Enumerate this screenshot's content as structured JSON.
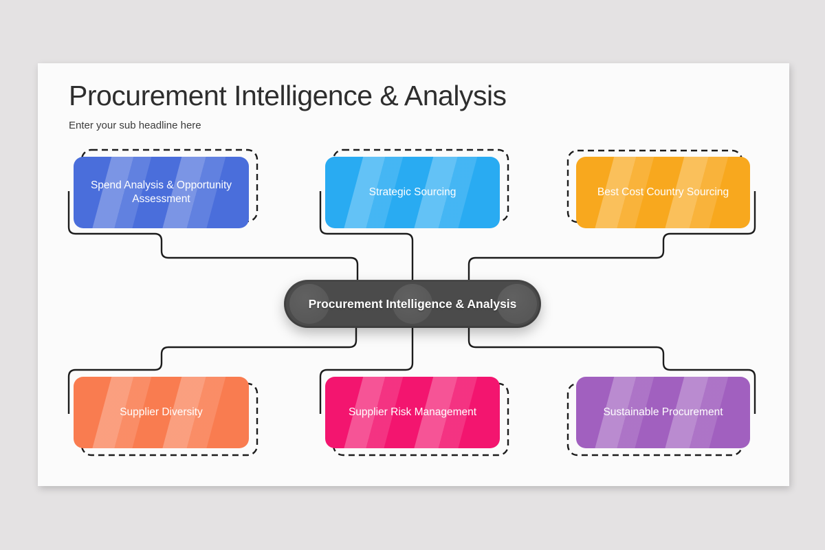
{
  "slide": {
    "title": "Procurement Intelligence & Analysis",
    "subtitle": "Enter your sub headline here"
  },
  "diagram": {
    "center_label": "Procurement Intelligence & Analysis",
    "center_fill": "#4B4B4B",
    "connector_color": "#1C1C1C",
    "nodes": [
      {
        "label": "Spend Analysis & Opportunity Assessment",
        "color": "#4A6EDB"
      },
      {
        "label": "Strategic Sourcing",
        "color": "#29ABF2"
      },
      {
        "label": "Best Cost Country Sourcing",
        "color": "#F8A81E"
      },
      {
        "label": "Supplier Diversity",
        "color": "#F97C50"
      },
      {
        "label": "Supplier Risk Management",
        "color": "#F3156F"
      },
      {
        "label": "Sustainable Procurement",
        "color": "#A160BF"
      }
    ]
  },
  "canvas": {
    "background": "#E4E2E3",
    "card_background": "#FBFBFB"
  }
}
